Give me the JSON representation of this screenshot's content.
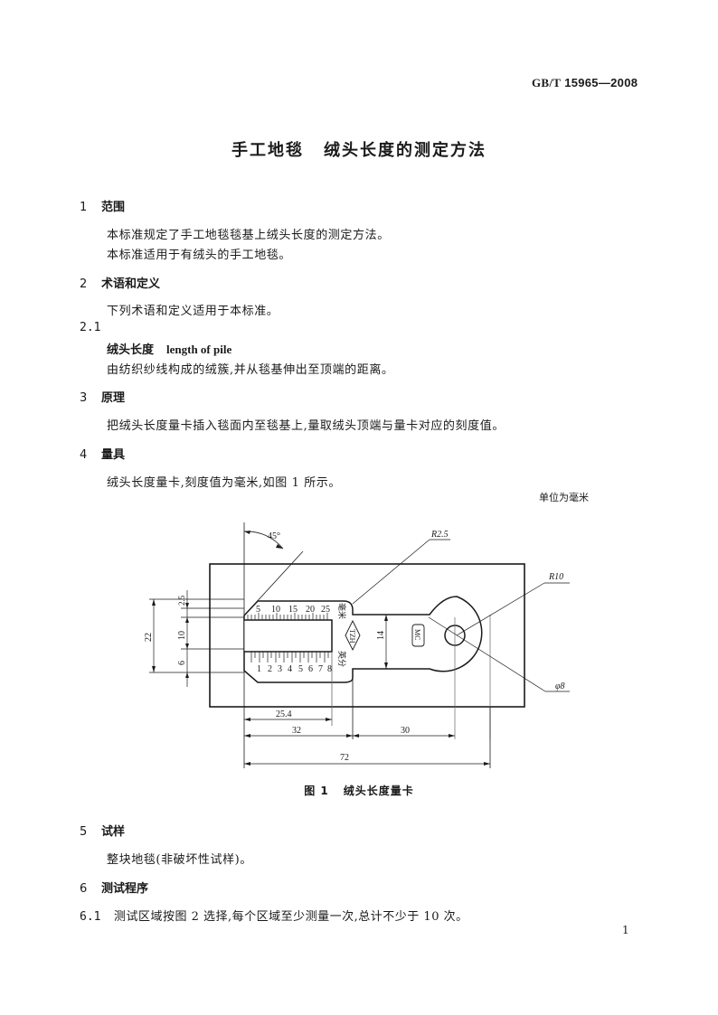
{
  "header": {
    "standard_prefix": "GB/T",
    "standard_number": "15965—2008"
  },
  "title": {
    "part1": "手工地毯",
    "part2": "绒头长度的测定方法"
  },
  "sections": {
    "s1": {
      "num": "1",
      "heading": "范围",
      "paragraphs": [
        "本标准规定了手工地毯毯基上绒头长度的测定方法。",
        "本标准适用于有绒头的手工地毯。"
      ]
    },
    "s2": {
      "num": "2",
      "heading": "术语和定义",
      "paragraphs": [
        "下列术语和定义适用于本标准。"
      ],
      "clause": {
        "num": "2.1",
        "term_cn": "绒头长度",
        "term_en": "length of pile",
        "definition": "由纺织纱线构成的绒簇,并从毯基伸出至顶端的距离。"
      }
    },
    "s3": {
      "num": "3",
      "heading": "原理",
      "paragraphs": [
        "把绒头长度量卡插入毯面内至毯基上,量取绒头顶端与量卡对应的刻度值。"
      ]
    },
    "s4": {
      "num": "4",
      "heading": "量具",
      "paragraphs": [
        "绒头长度量卡,刻度值为毫米,如图 1 所示。"
      ],
      "unit_note": "单位为毫米"
    },
    "s5": {
      "num": "5",
      "heading": "试样",
      "paragraphs": [
        "整块地毯(非破坏性试样)。"
      ]
    },
    "s6": {
      "num": "6",
      "heading": "测试程序",
      "sub": {
        "num": "6.1",
        "text": "测试区域按图 2 选择,每个区域至少测量一次,总计不少于 10 次。"
      }
    }
  },
  "figure1": {
    "caption_num": "图 1",
    "caption_text": "绒头长度量卡",
    "angle_label": "45°",
    "radius_small": "R2.5",
    "radius_large": "R10",
    "hole_diameter": "φ8",
    "mm_scale_labels": [
      "5",
      "10",
      "15",
      "20",
      "25"
    ],
    "inch_scale_labels": [
      "1",
      "2",
      "3",
      "4",
      "5",
      "6",
      "7",
      "8"
    ],
    "mm_unit_label": "毫米",
    "inch_unit_label": "英分",
    "mark_tzh": "TZH",
    "mark_mc": "MC",
    "dims": {
      "total_height": "22",
      "top_offset": "2.5",
      "slot_width": "10",
      "bottom_offset": "6",
      "neck_width": "14",
      "scale_length": "25.4",
      "head_length": "32",
      "center_distance": "30",
      "total_length": "72"
    }
  },
  "page_number": "1"
}
